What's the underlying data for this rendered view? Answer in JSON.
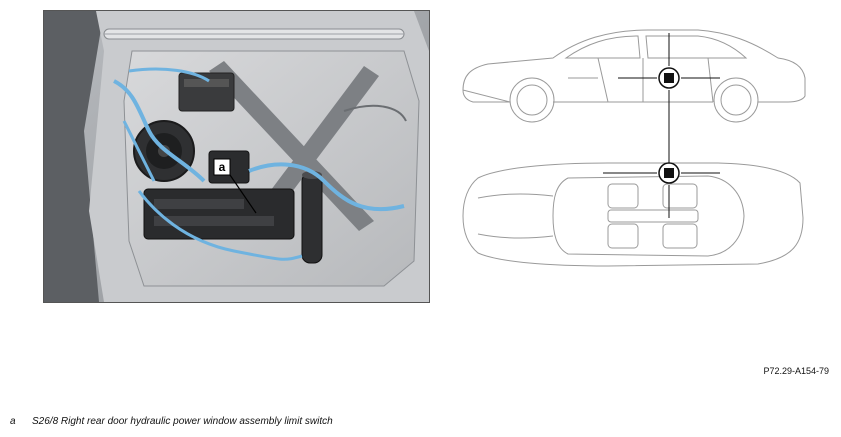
{
  "photo": {
    "callout_letter": "a"
  },
  "figure_code": "P72.29-A154-79",
  "legend": [
    {
      "key": "a",
      "text": "S26/8 Right rear door hydraulic power window assembly limit switch"
    }
  ],
  "colors": {
    "harness_blue": "#6fb3e0",
    "marker_black": "#111111",
    "outline_gray": "#9a9a9a"
  }
}
